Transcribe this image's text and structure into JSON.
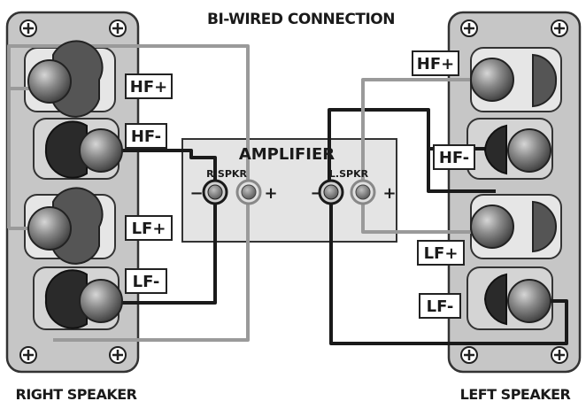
{
  "title": "BI-WIRED CONNECTION",
  "amplifier": {
    "label": "AMPLIFIER",
    "right_channel": "R.SPKR",
    "left_channel": "L.SPKR",
    "minus": "−",
    "plus": "+"
  },
  "right_speaker": {
    "caption": "RIGHT SPEAKER",
    "terminals": [
      "HF+",
      "HF-",
      "LF+",
      "LF-"
    ]
  },
  "left_speaker": {
    "caption": "LEFT SPEAKER",
    "terminals": [
      "HF+",
      "HF-",
      "LF+",
      "LF-"
    ]
  },
  "colors": {
    "panel": "#c6c6c6",
    "negative_wire": "#1a1a1a",
    "positive_wire": "#9a9a9a",
    "amplifier_box": "#e4e4e4"
  }
}
